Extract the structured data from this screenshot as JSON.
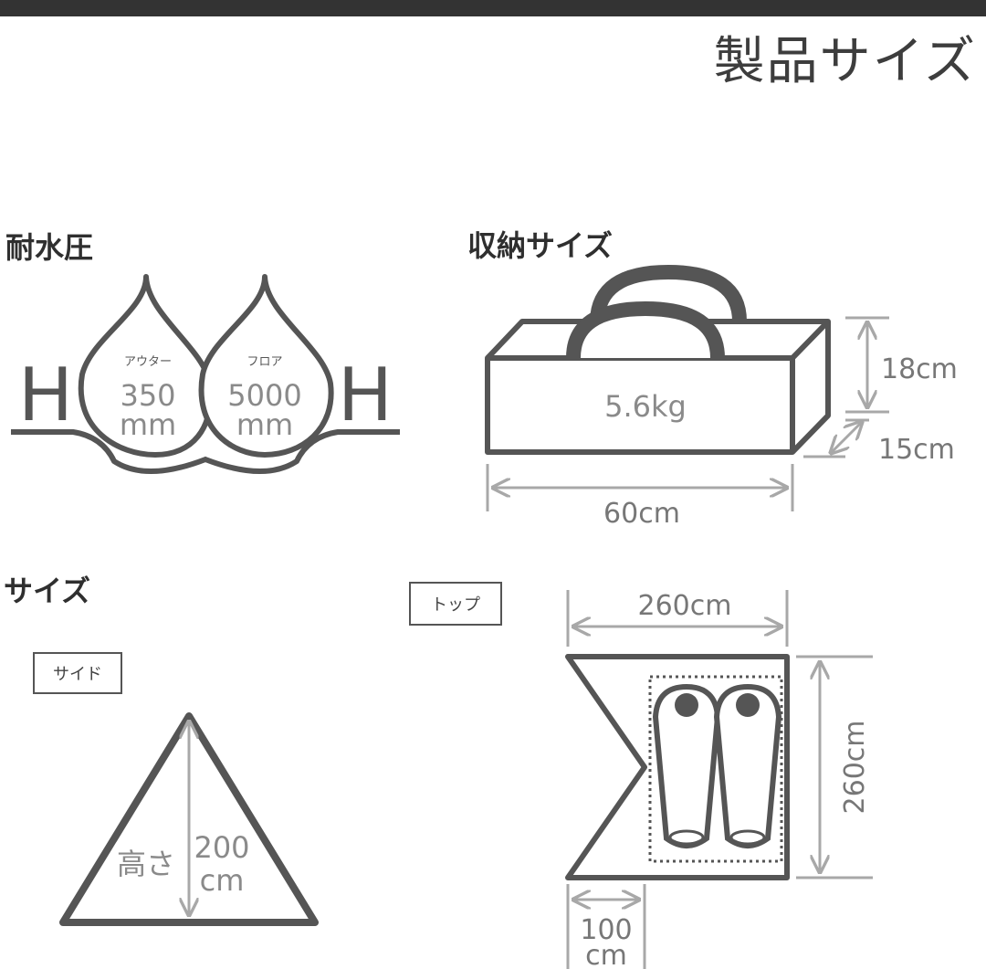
{
  "header": {
    "title": "製品サイズ"
  },
  "water_resistance": {
    "heading": "耐水圧",
    "left_symbol": "H",
    "right_symbol": "H",
    "outer": {
      "label": "アウター",
      "value": "350",
      "unit": "mm"
    },
    "floor": {
      "label": "フロア",
      "value": "5000",
      "unit": "mm"
    }
  },
  "packed_size": {
    "heading": "収納サイズ",
    "weight": "5.6kg",
    "height": "18cm",
    "depth": "15cm",
    "width": "60cm"
  },
  "size": {
    "heading": "サイズ",
    "side": {
      "tag": "サイド",
      "height_label": "高さ",
      "height_value": "200",
      "height_unit": "cm"
    },
    "top": {
      "tag": "トップ",
      "width": "260cm",
      "depth": "260cm",
      "vestibule_value": "100",
      "vestibule_unit": "cm"
    }
  },
  "colors": {
    "line": "#555555",
    "dim": "#a8a8a8",
    "text": "#777777",
    "bar": "#333333"
  }
}
